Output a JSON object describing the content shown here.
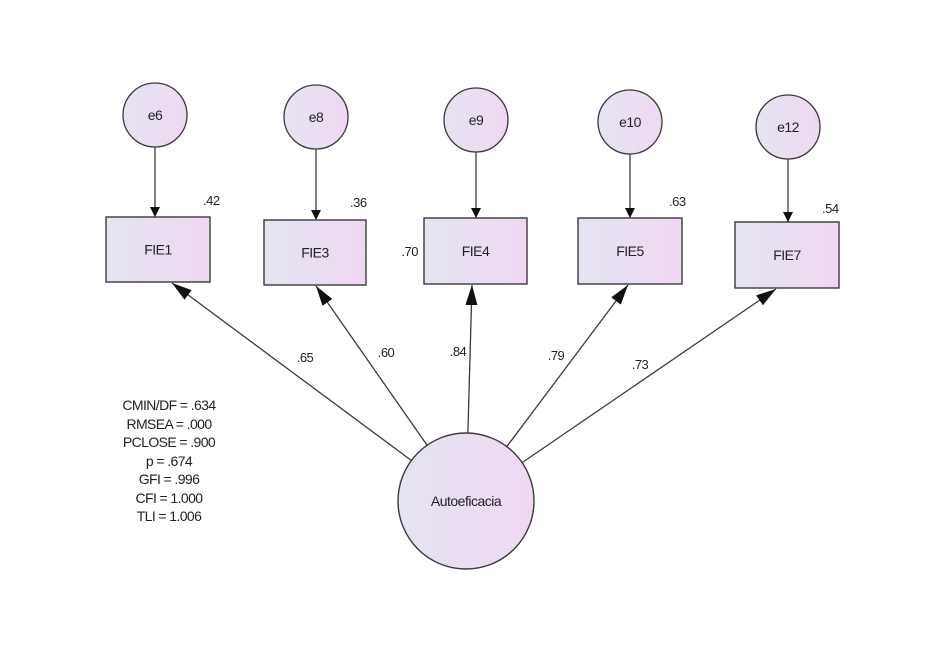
{
  "diagram": {
    "type": "confirmatory-factor-analysis",
    "latent": {
      "id": "Autoeficacia",
      "label": "Autoeficacia"
    },
    "indicators": [
      {
        "id": "FIE1",
        "label": "FIE1",
        "error": "e6",
        "loading": ".65",
        "r2": ".42"
      },
      {
        "id": "FIE3",
        "label": "FIE3",
        "error": "e8",
        "loading": ".60",
        "r2": ".36"
      },
      {
        "id": "FIE4",
        "label": "FIE4",
        "error": "e9",
        "loading": ".84",
        "r2": ".70"
      },
      {
        "id": "FIE5",
        "label": "FIE5",
        "error": "e10",
        "loading": ".79",
        "r2": ".63"
      },
      {
        "id": "FIE7",
        "label": "FIE7",
        "error": "e12",
        "loading": ".73",
        "r2": ".54"
      }
    ],
    "fit_indices": [
      "CMIN/DF = .634",
      "RMSEA = .000",
      "PCLOSE = .900",
      "p = .674",
      "GFI = .996",
      "CFI = 1.000",
      "TLI = 1.006"
    ],
    "colors": {
      "node_fill_start": "#e4e4f2",
      "node_fill_end": "#f0d8f2",
      "stroke": "#3a3a3a"
    }
  }
}
